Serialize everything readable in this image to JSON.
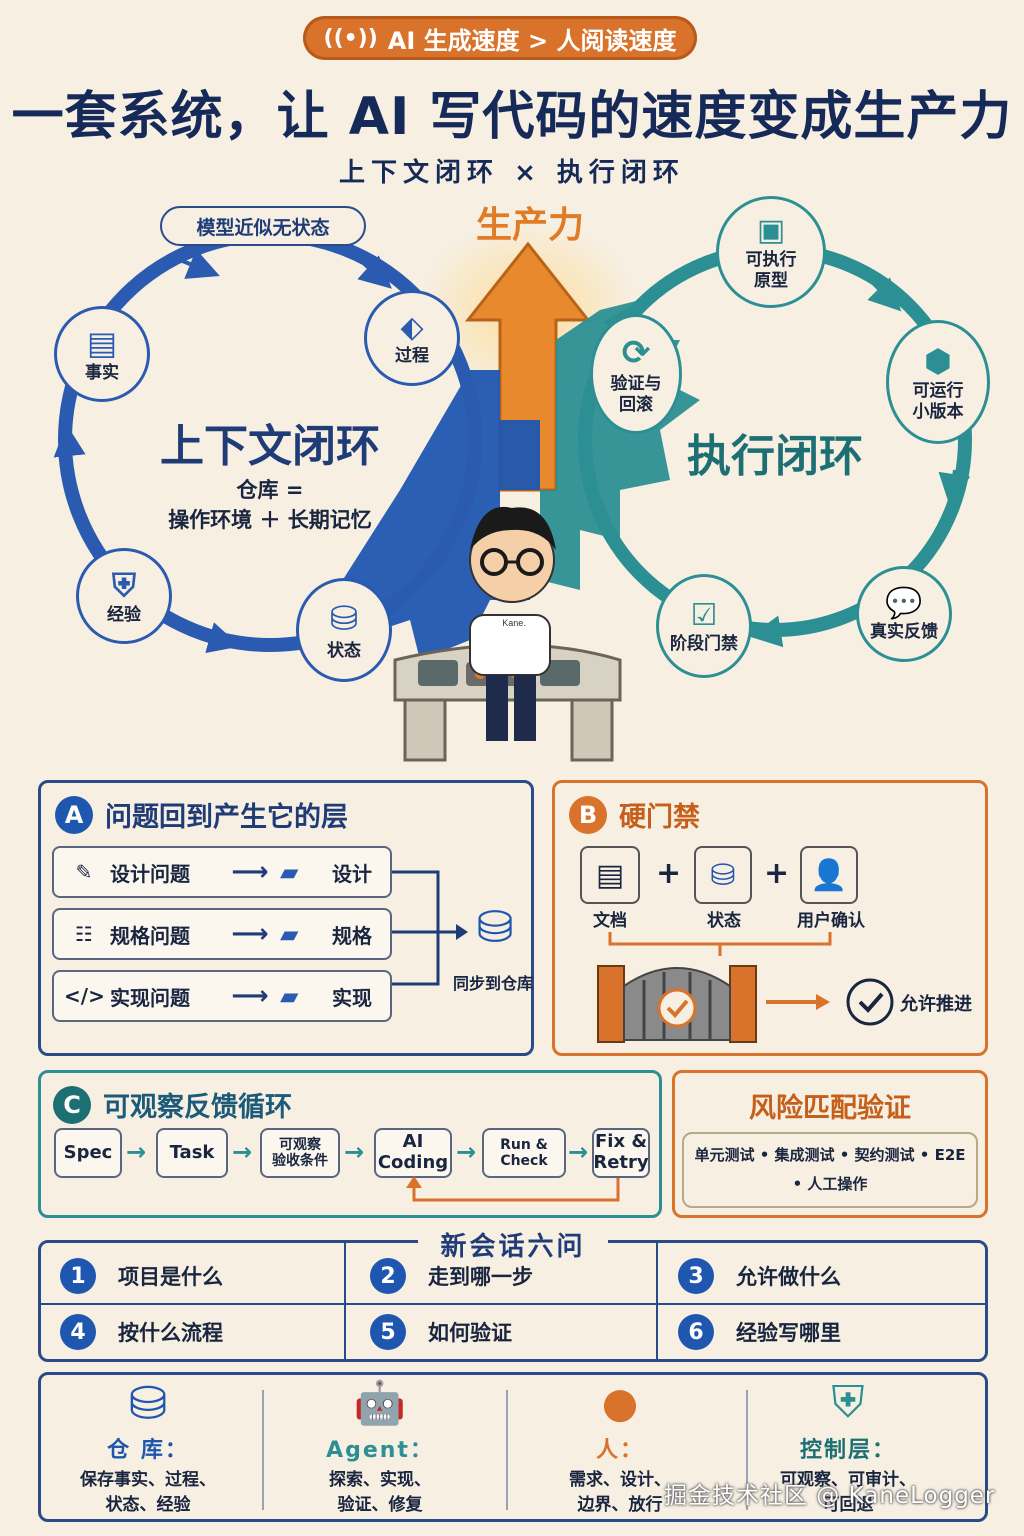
{
  "header": {
    "pill": "AI 生成速度 > 人阅读速度",
    "title": "一套系统，让 AI 写代码的速度变成生产力",
    "subtitle": "上下文闭环 × 执行闭环"
  },
  "diagram": {
    "state_pill": "模型近似无状态",
    "productivity": "生产力",
    "context_loop": {
      "title": "上下文闭环",
      "line1": "仓库 =",
      "line2": "操作环境 ＋ 长期记忆",
      "nodes": [
        "事实",
        "过程",
        "状态",
        "经验"
      ]
    },
    "exec_loop": {
      "title": "执行闭环",
      "nodes": {
        "prototype": "可执行\n原型",
        "small": "可运行\n小版本",
        "feedback": "真实反馈",
        "gate": "阶段门禁",
        "verify": "验证与\n回滚"
      }
    },
    "shirt": "Kane."
  },
  "section_a": {
    "badge": "A",
    "title": "问题回到产生它的层",
    "rows": [
      {
        "problem": "设计问题",
        "layer": "设计"
      },
      {
        "problem": "规格问题",
        "layer": "规格"
      },
      {
        "problem": "实现问题",
        "layer": "实现"
      }
    ],
    "sync": "同步到仓库"
  },
  "section_b": {
    "badge": "B",
    "title": "硬门禁",
    "items": [
      "文档",
      "状态",
      "用户确认"
    ],
    "result": "允许推进"
  },
  "section_c": {
    "badge": "C",
    "title": "可观察反馈循环",
    "flow": [
      "Spec",
      "Task",
      "可观察\n验收条件",
      "AI\nCoding",
      "Run & Check",
      "Fix &\nRetry"
    ]
  },
  "risk": {
    "title": "风险匹配验证",
    "line1": "单元测试 • 集成测试 • 契约测试 • E2E",
    "line2": "• 人工操作"
  },
  "six_questions": {
    "title": "新会话六问",
    "items": [
      {
        "n": "1",
        "q": "项目是什么"
      },
      {
        "n": "2",
        "q": "走到哪一步"
      },
      {
        "n": "3",
        "q": "允许做什么"
      },
      {
        "n": "4",
        "q": "按什么流程"
      },
      {
        "n": "5",
        "q": "如何验证"
      },
      {
        "n": "6",
        "q": "经验写哪里"
      }
    ]
  },
  "footer": [
    {
      "title": "仓 库：",
      "line1": "保存事实、过程、",
      "line2": "状态、经验",
      "color": "#1f56b0"
    },
    {
      "title": "Agent：",
      "line1": "探索、实现、",
      "line2": "验证、修复",
      "color": "#2c8f93"
    },
    {
      "title": "人：",
      "line1": "需求、设计、",
      "line2": "边界、放行",
      "color": "#d9722a"
    },
    {
      "title": "控制层：",
      "line1": "可观察、可审计、",
      "line2": "可回退",
      "color": "#2c8f93"
    }
  ],
  "watermark": "掘金技术社区 @ KaneLogger"
}
